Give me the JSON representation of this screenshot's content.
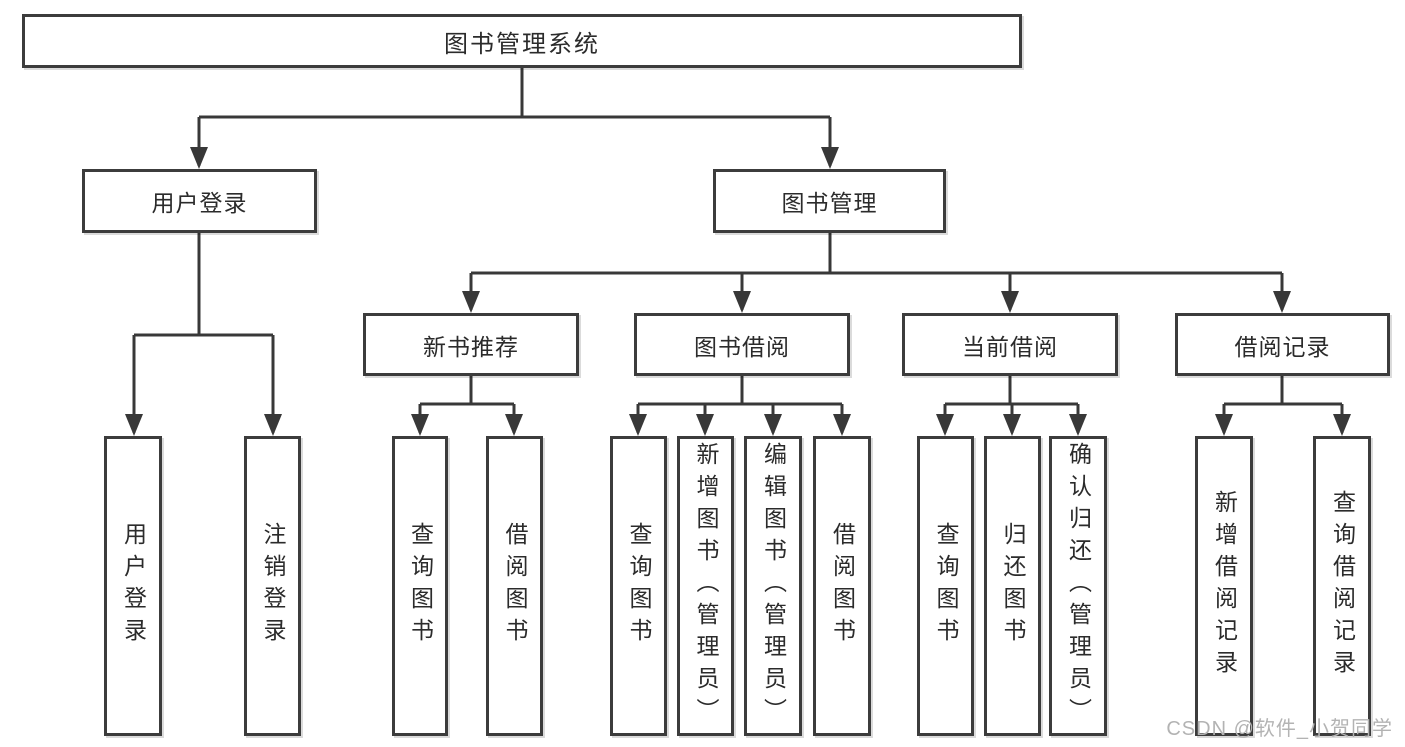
{
  "diagram": {
    "root": {
      "label": "图书管理系统"
    },
    "branches": [
      {
        "label": "用户登录",
        "children": [
          "用户登录",
          "注销登录"
        ]
      },
      {
        "label": "图书管理"
      }
    ],
    "modules": [
      {
        "label": "新书推荐",
        "children": [
          "查询图书",
          "借阅图书"
        ]
      },
      {
        "label": "图书借阅",
        "children": [
          "查询图书",
          "新增图书（管理员）",
          "编辑图书（管理员）",
          "借阅图书"
        ]
      },
      {
        "label": "当前借阅",
        "children": [
          "查询图书",
          "归还图书",
          "确认归还（管理员）"
        ]
      },
      {
        "label": "借阅记录",
        "children": [
          "新增借阅记录",
          "查询借阅记录"
        ]
      }
    ],
    "watermark": "CSDN @软件_小贺同学",
    "colors": {
      "line": "#383838",
      "box_border": "#3c3c3c",
      "box_background": "#ffffff",
      "text": "#2b2b2b",
      "watermark": "#b3b3b3",
      "background": "#ffffff"
    }
  }
}
